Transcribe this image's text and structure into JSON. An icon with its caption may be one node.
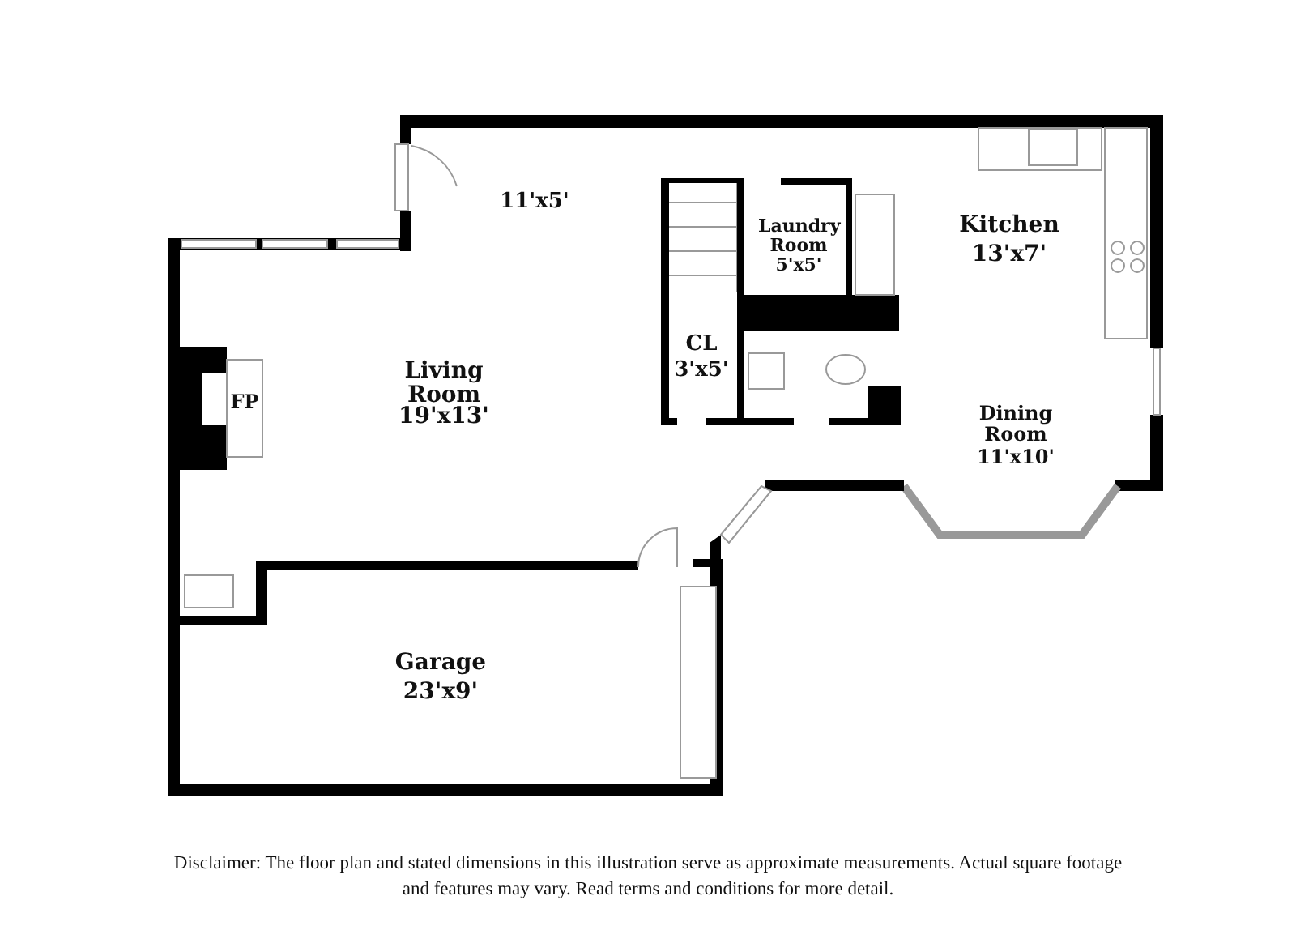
{
  "diagram": {
    "caption": "Disclaimer: The floor plan and stated dimensions in this illustration serve as approximate measurements. Actual square footage and features may vary. Read terms and conditions for more detail.",
    "labels": [
      "11'x5'",
      "Laundry Room",
      "5'x5'",
      "Kitchen",
      "13'x7'",
      "CL",
      "3'x5'",
      "FP",
      "Living Room",
      "19'x13'",
      "Dining Room",
      "11'x10'",
      "Garage",
      "23'x9'"
    ]
  }
}
